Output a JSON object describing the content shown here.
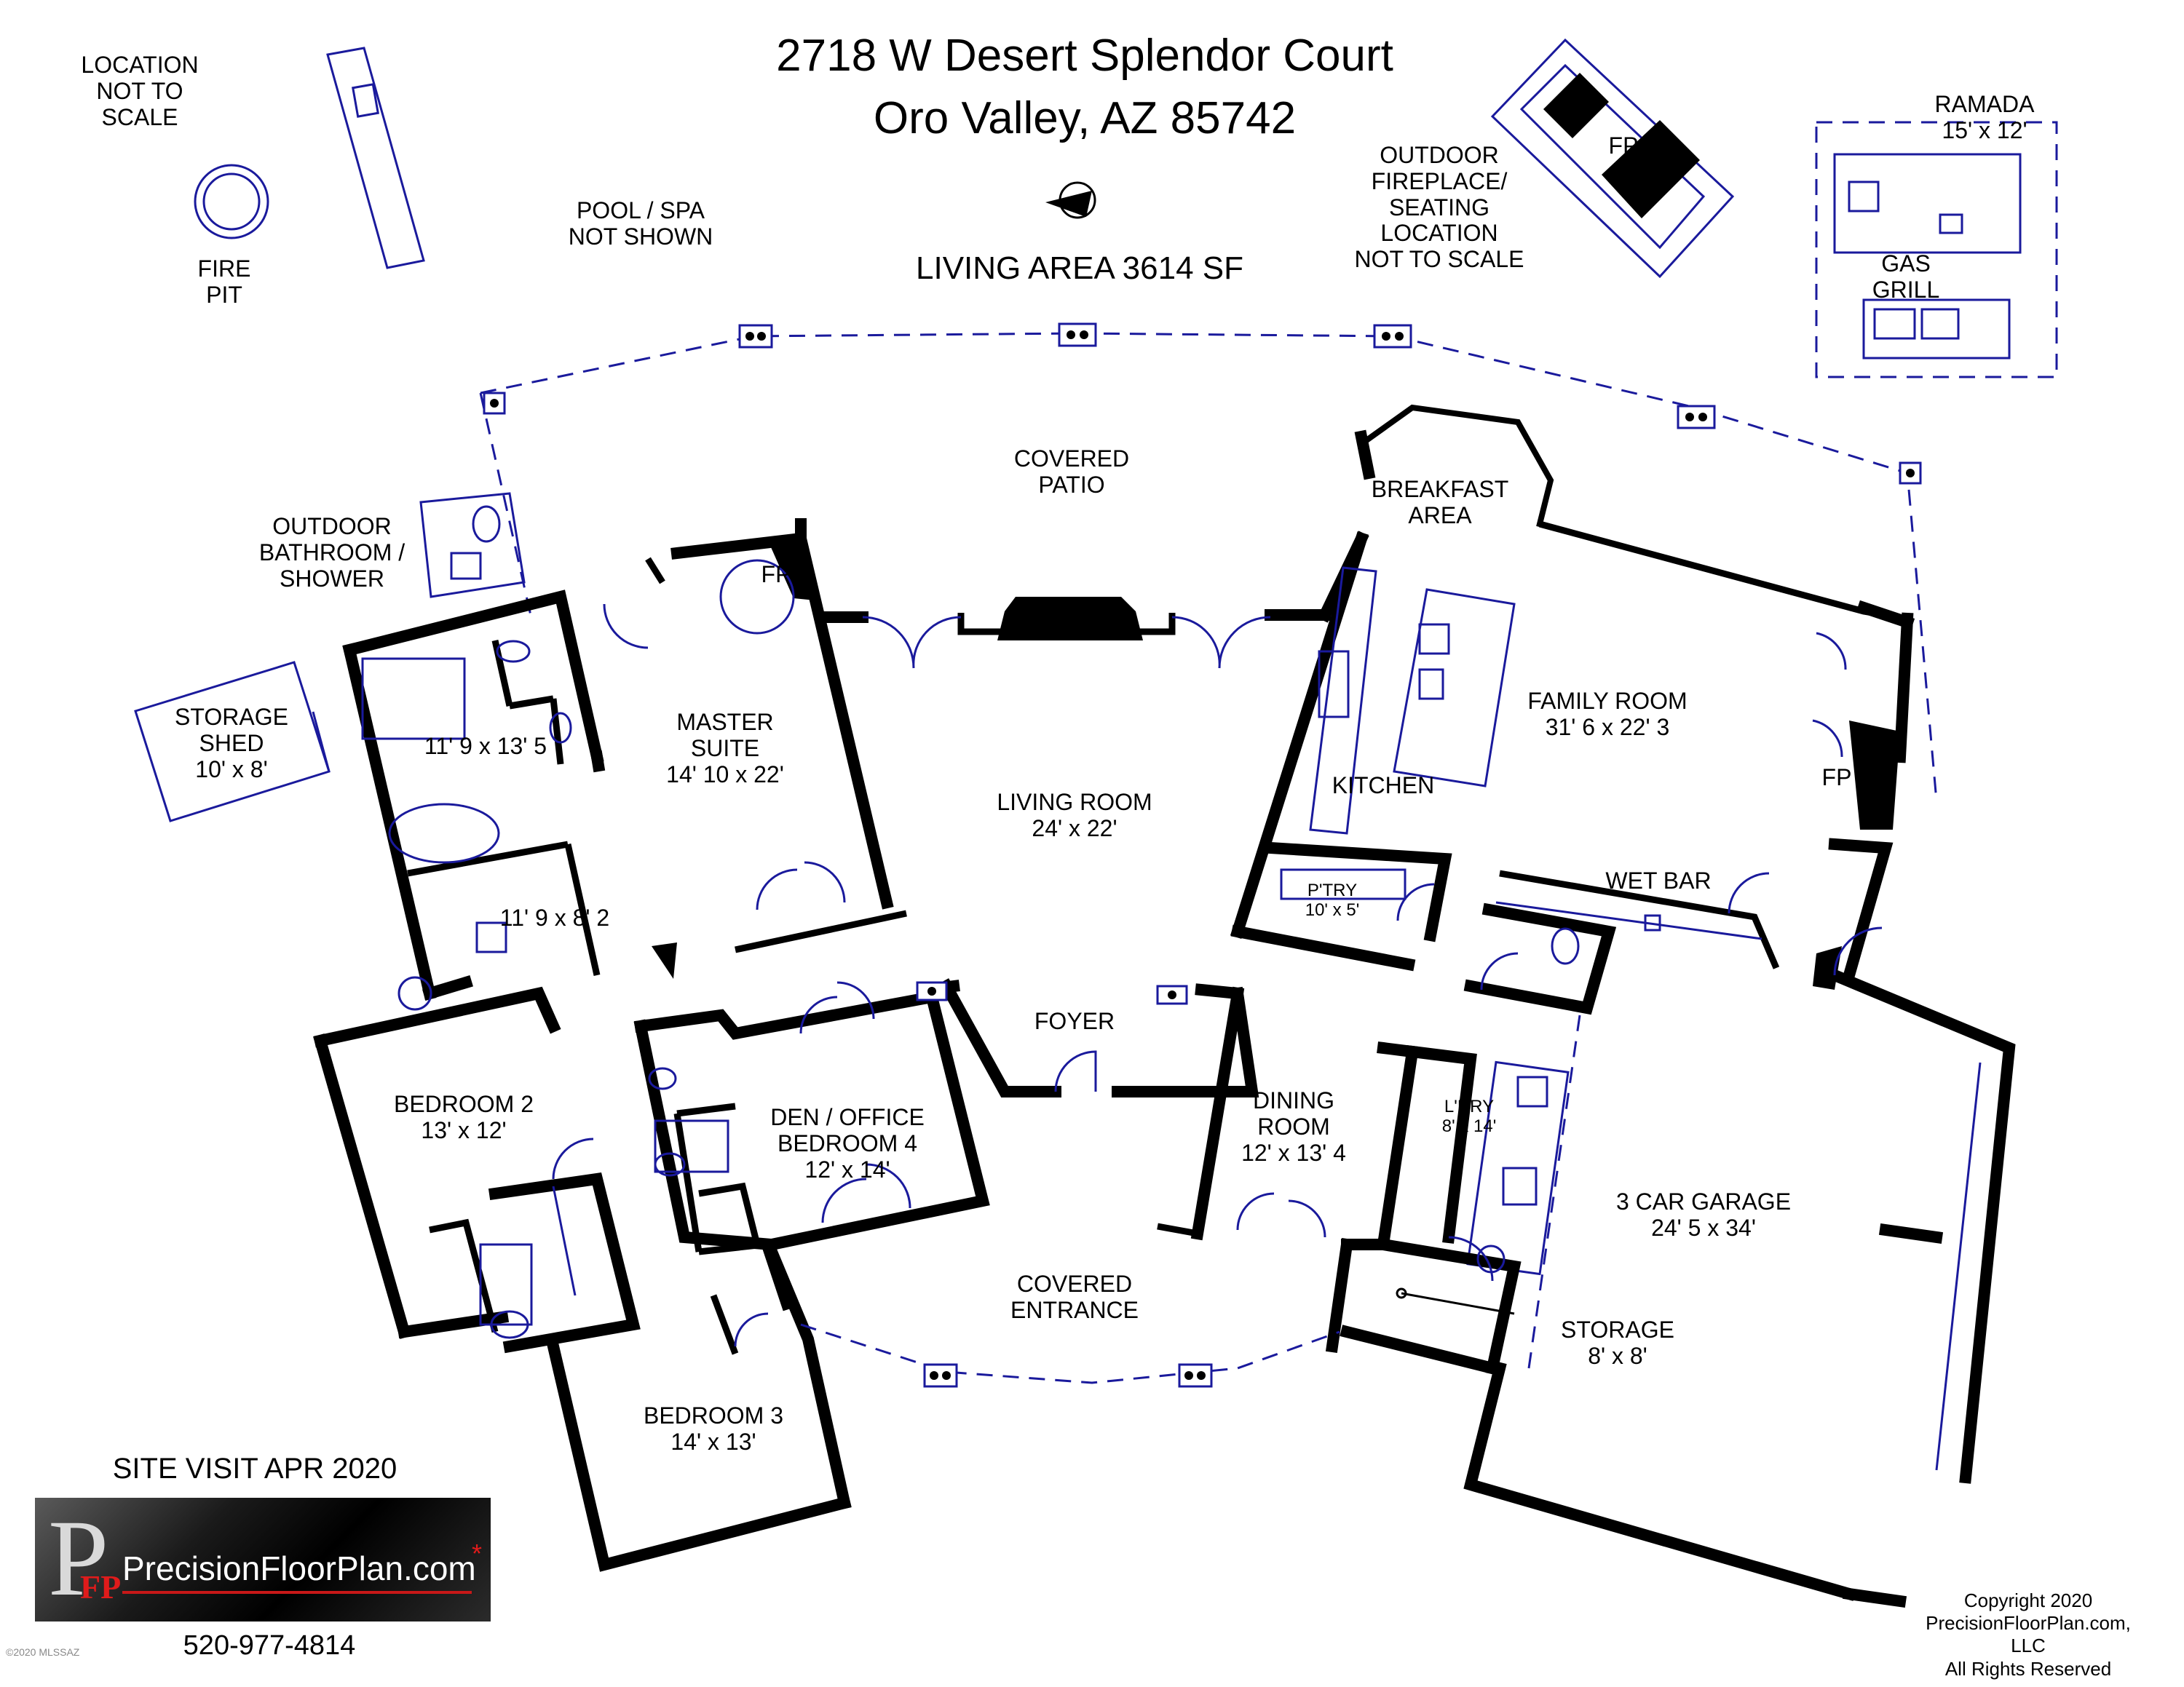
{
  "header": {
    "address_line1": "2718 W Desert Splendor Court",
    "address_line2": "Oro Valley, AZ  85742",
    "living_area": "LIVING AREA   3614 SF"
  },
  "notes": {
    "location_not_to_scale": "LOCATION\nNOT TO\nSCALE",
    "fire_pit": "FIRE\nPIT",
    "pool_spa": "POOL / SPA\nNOT SHOWN",
    "outdoor_fireplace": "OUTDOOR\nFIREPLACE/\nSEATING\nLOCATION\nNOT TO SCALE",
    "ramada": "RAMADA\n15' x 12'",
    "gas_grill": "GAS\nGRILL",
    "fp": "FP"
  },
  "rooms": {
    "covered_patio": "COVERED\nPATIO",
    "breakfast_area": "BREAKFAST\nAREA",
    "outdoor_bathroom": "OUTDOOR\nBATHROOM /\nSHOWER",
    "storage_shed": "STORAGE\nSHED\n10' x 8'",
    "master_bath": "11' 9 x 13' 5",
    "master_closet": "11' 9 x 8' 2",
    "master_suite": "MASTER\nSUITE\n14' 10 x 22'",
    "living_room": "LIVING ROOM\n24' x 22'",
    "kitchen": "KITCHEN",
    "family_room": "FAMILY ROOM\n31' 6 x 22' 3",
    "pantry": "P'TRY\n10' x 5'",
    "wet_bar": "WET BAR",
    "foyer": "FOYER",
    "bedroom2": "BEDROOM 2\n13' x 12'",
    "den_office": "DEN / OFFICE\nBEDROOM 4\n12' x 14'",
    "dining_room": "DINING\nROOM\n12' x 13' 4",
    "laundry": "L'DRY\n8' x 14'",
    "garage": "3 CAR GARAGE\n24' 5 x 34'",
    "covered_entrance": "COVERED\nENTRANCE",
    "storage": "STORAGE\n8' x 8'",
    "bedroom3": "BEDROOM 3\n14' x 13'"
  },
  "footer": {
    "site_visit": "SITE VISIT  APR 2020",
    "brand": "PrecisionFloorPlan.com",
    "logo_letter": "P",
    "logo_sub": "FP",
    "logo_star": "*",
    "phone": "520-977-4814",
    "copyright": "Copyright 2020\nPrecisionFloorPlan.com, LLC\nAll Rights Reserved",
    "photo_credit": "©2020 MLSSAZ"
  },
  "colors": {
    "wall": "#000000",
    "detail": "#1a1a9c",
    "accent": "#e01b1b"
  }
}
